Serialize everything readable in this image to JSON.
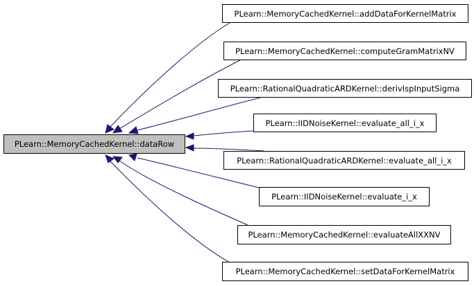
{
  "root": {
    "label": "PLearn::MemoryCachedKernel::dataRow"
  },
  "callers": [
    {
      "label": "PLearn::MemoryCachedKernel::addDataForKernelMatrix"
    },
    {
      "label": "PLearn::MemoryCachedKernel::computeGramMatrixNV"
    },
    {
      "label": "PLearn::RationalQuadraticARDKernel::derivIspInputSigma"
    },
    {
      "label": "PLearn::IIDNoiseKernel::evaluate_all_i_x"
    },
    {
      "label": "PLearn::RationalQuadraticARDKernel::evaluate_all_i_x"
    },
    {
      "label": "PLearn::IIDNoiseKernel::evaluate_i_x"
    },
    {
      "label": "PLearn::MemoryCachedKernel::evaluateAllXXNV"
    },
    {
      "label": "PLearn::MemoryCachedKernel::setDataForKernelMatrix"
    }
  ],
  "colors": {
    "edge": "#191970",
    "root_fill": "#bfbfbf",
    "node_fill": "#ffffff"
  }
}
